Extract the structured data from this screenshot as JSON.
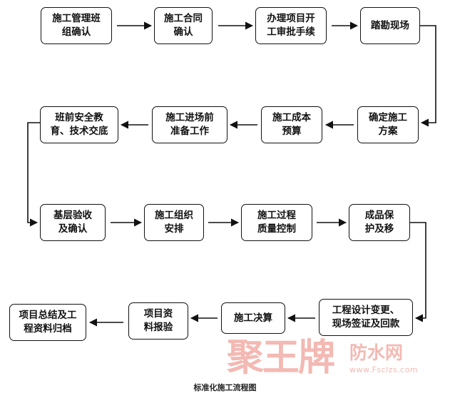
{
  "nodes": [
    {
      "id": "n1",
      "label": "施工管理班\n组确认"
    },
    {
      "id": "n2",
      "label": "施工合同\n确认"
    },
    {
      "id": "n3",
      "label": "办理项目开\n工审批手续"
    },
    {
      "id": "n4",
      "label": "踏勘现场"
    },
    {
      "id": "n5",
      "label": "确定施工\n方案"
    },
    {
      "id": "n6",
      "label": "施工成本\n预算"
    },
    {
      "id": "n7",
      "label": "施工进场前\n准备工作"
    },
    {
      "id": "n8",
      "label": "班前安全教\n育、技术交底"
    },
    {
      "id": "n9",
      "label": "基层验收\n及确认"
    },
    {
      "id": "n10",
      "label": "施工组织\n安排"
    },
    {
      "id": "n11",
      "label": "施工过程\n质量控制"
    },
    {
      "id": "n12",
      "label": "成品保\n护及移"
    },
    {
      "id": "n13",
      "label": "工程设计变更、\n现场签证及回款"
    },
    {
      "id": "n14",
      "label": "施工决算"
    },
    {
      "id": "n15",
      "label": "项目资\n料报验"
    },
    {
      "id": "n16",
      "label": "项目总结及工\n程资料归档"
    }
  ],
  "edges": [
    {
      "from": "n1",
      "to": "n2"
    },
    {
      "from": "n2",
      "to": "n3"
    },
    {
      "from": "n3",
      "to": "n4"
    },
    {
      "from": "n4",
      "to": "n5"
    },
    {
      "from": "n5",
      "to": "n6"
    },
    {
      "from": "n6",
      "to": "n7"
    },
    {
      "from": "n7",
      "to": "n8"
    },
    {
      "from": "n8",
      "to": "n9"
    },
    {
      "from": "n9",
      "to": "n10"
    },
    {
      "from": "n10",
      "to": "n11"
    },
    {
      "from": "n11",
      "to": "n12"
    },
    {
      "from": "n12",
      "to": "n13"
    },
    {
      "from": "n13",
      "to": "n14"
    },
    {
      "from": "n14",
      "to": "n15"
    },
    {
      "from": "n15",
      "to": "n16"
    }
  ],
  "caption": "标准化施工流程图",
  "watermark": {
    "brand": "聚王牌",
    "site": "防水网",
    "url": "www.Fsclzs.com",
    "color": "#f3b9b3"
  },
  "colors": {
    "stroke": "#111111",
    "background": "#ffffff"
  }
}
